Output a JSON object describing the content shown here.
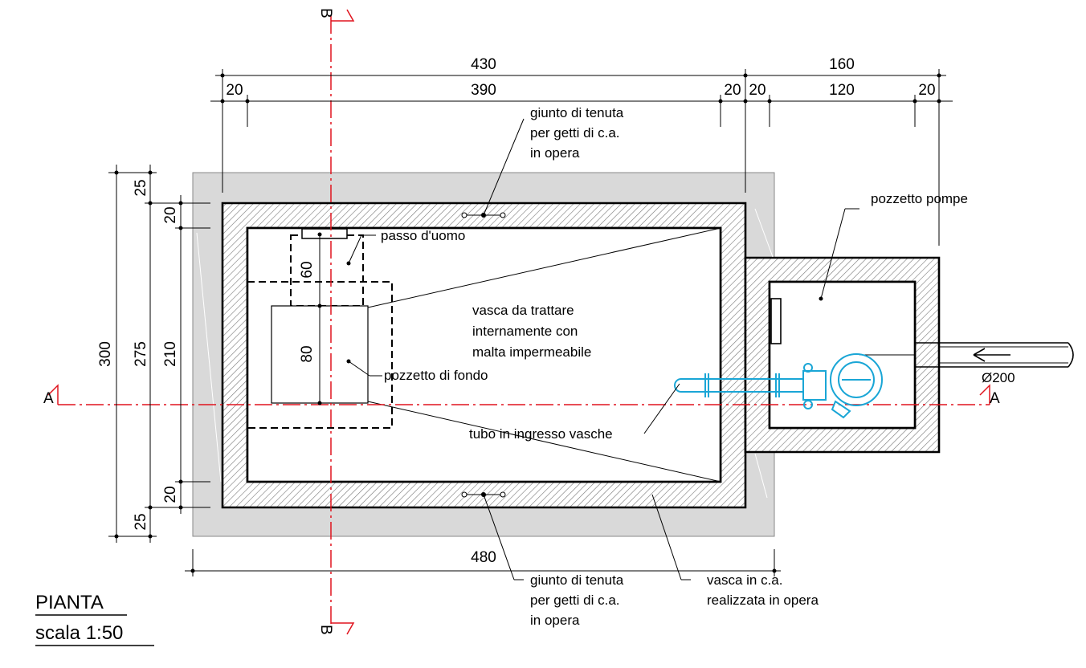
{
  "drawing": {
    "title": "PIANTA",
    "scale": "scala 1:50",
    "section_a_label": "A",
    "section_b_label": "B",
    "pipe_diameter": "Ø200",
    "colors": {
      "section_line": "#e0141e",
      "pump": "#1aa6d6",
      "slab": "#d9d9d9"
    }
  },
  "dimensions": {
    "top_total": "430",
    "top_right_total": "160",
    "top_wall_1": "20",
    "top_inner": "390",
    "top_wall_2": "20",
    "top_wall_3": "20",
    "top_pump_inner": "120",
    "top_wall_4": "20",
    "bottom_total": "480",
    "left_outer": "300",
    "left_mid": "275",
    "left_inner": "210",
    "left_top_slab": "25",
    "left_top_wall": "20",
    "left_bottom_wall": "20",
    "left_bottom_slab": "25",
    "manhole_depth": "60",
    "bottom_well_size": "80"
  },
  "labels": {
    "joint_top": [
      "giunto di tenuta",
      "per getti di c.a.",
      "in opera"
    ],
    "joint_bottom": [
      "giunto di tenuta",
      "per getti di c.a.",
      "in opera"
    ],
    "manhole": "passo d'uomo",
    "tank_note": [
      "vasca da trattare",
      "internamente con",
      "malta impermeabile"
    ],
    "bottom_well": "pozzetto di fondo",
    "inlet_pipe": "tubo in ingresso vasche",
    "pump_well": "pozzetto pompe",
    "tank_material": [
      "vasca in c.a.",
      "realizzata in opera"
    ]
  }
}
